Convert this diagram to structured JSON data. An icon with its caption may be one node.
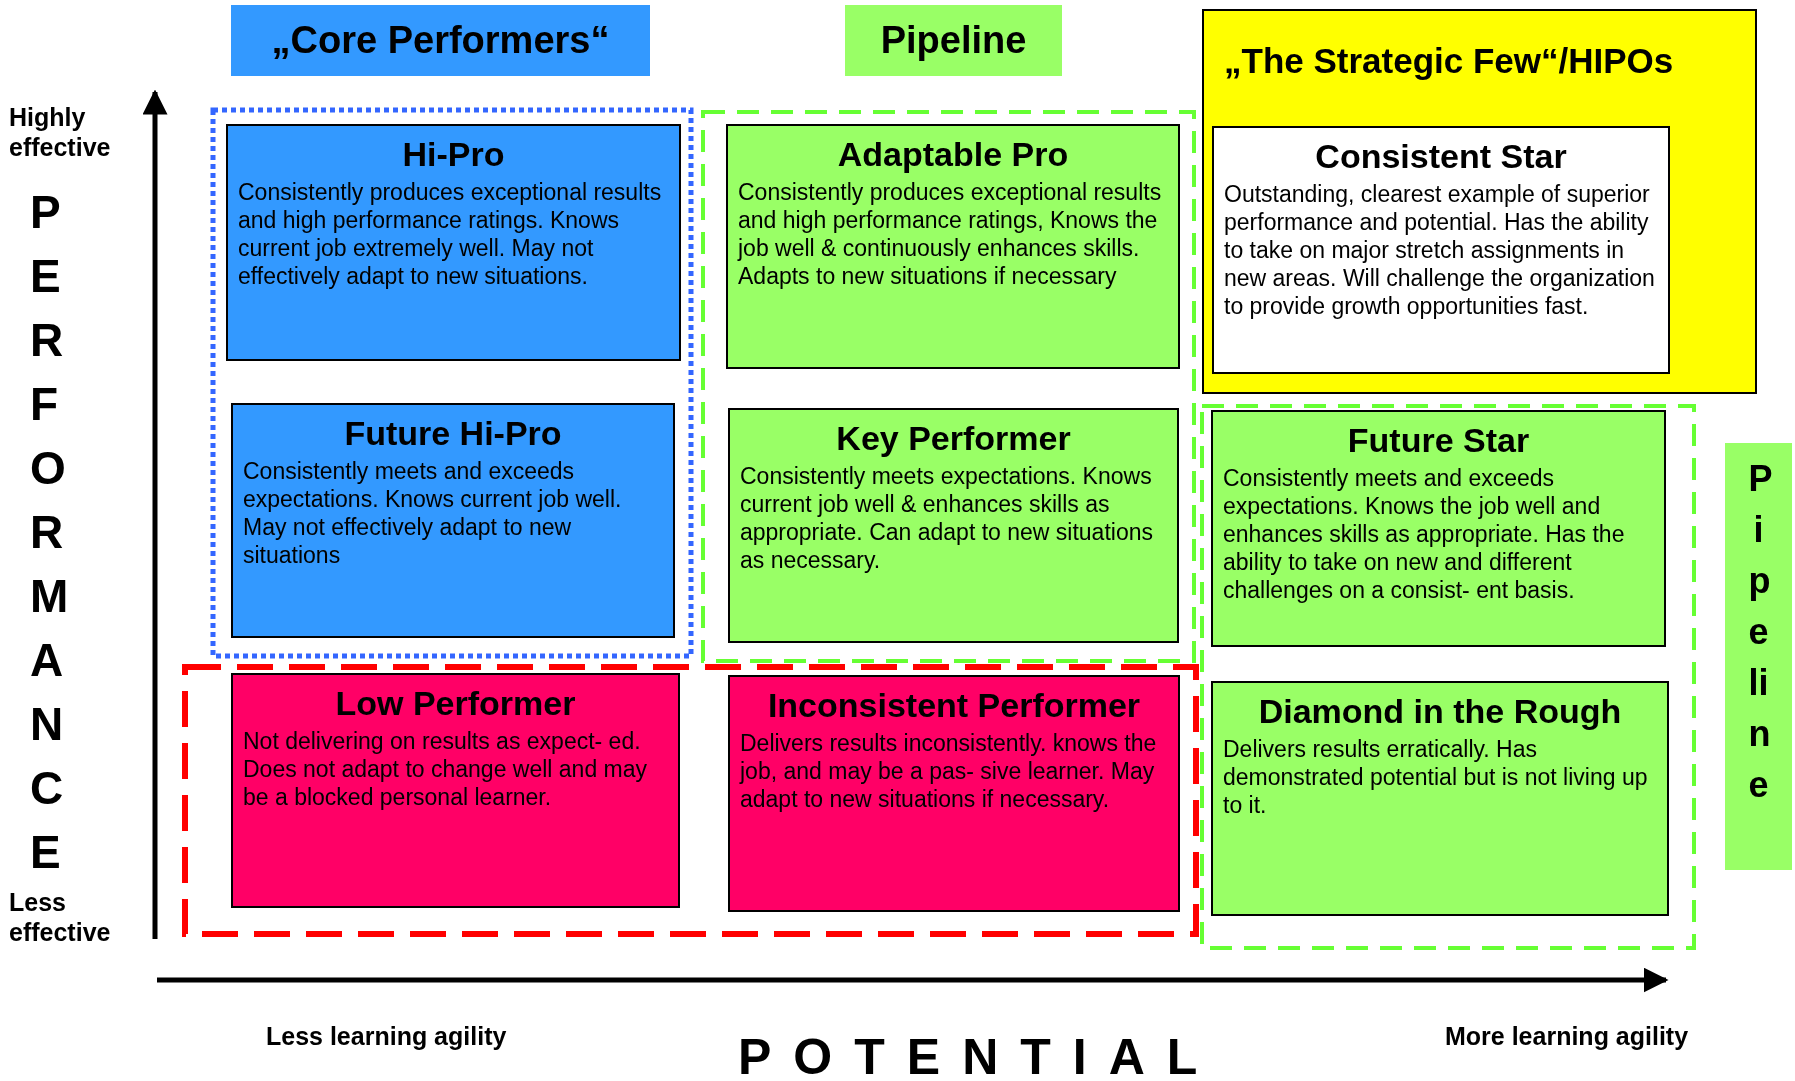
{
  "diagram": {
    "nodes": [
      {
        "text": [
          "„Core Performers“"
        ]
      },
      {
        "text": [
          "Pipeline"
        ]
      },
      {
        "text": [
          "„The Strategic Few“/HIPOs"
        ]
      },
      {
        "text": [
          "Consistent Star",
          "Outstanding, clearest example of superior performance and potential. Has the ability to take on major stretch assignments in new areas. Will challenge the organization to provide growth opportunities fast."
        ],
        "in": 2
      },
      {
        "text": [
          "Hi-Pro",
          "Consistently produces exceptional results and high performance ratings. Knows current job extremely well. May not effectively adapt to new situations."
        ]
      },
      {
        "text": [
          "Adaptable Pro",
          "Consistently produces exceptional results and high performance ratings, Knows the job well & continuously enhances skills. Adapts to new situations if necessary"
        ]
      },
      {
        "text": [
          "Future Hi-Pro",
          "Consistently meets and exceeds expectations. Knows current job well. May not effectively adapt to new situations"
        ]
      },
      {
        "text": [
          "Key Performer",
          "Consistently meets expectations. Knows current job well & enhances skills as appropriate. Can adapt to new situations as necessary."
        ]
      },
      {
        "text": [
          "Future Star",
          "Consistently meets and exceeds expectations. Knows the job well and enhances skills as appropriate. Has the ability to take on new and different challenges on a consist- ent basis."
        ]
      },
      {
        "text": [
          "Low Performer",
          "Not delivering on results as expect- ed. Does not adapt to change well and may be a blocked personal learner."
        ]
      },
      {
        "text": [
          "Inconsistent Performer",
          "Delivers results inconsistently. knows the job, and may be a pas- sive learner. May adapt to new situations if necessary."
        ]
      },
      {
        "text": [
          "Diamond in the Rough",
          "Delivers results erratically. Has demonstrated potential but is not living up to it."
        ]
      },
      {
        "text": [
          "Pipeline"
        ]
      }
    ],
    "labels": [
      "Highly effective",
      "PERFORMANCE",
      "Less effective",
      "Less learning agility",
      "POTENTIAL",
      "More learning agility"
    ]
  }
}
